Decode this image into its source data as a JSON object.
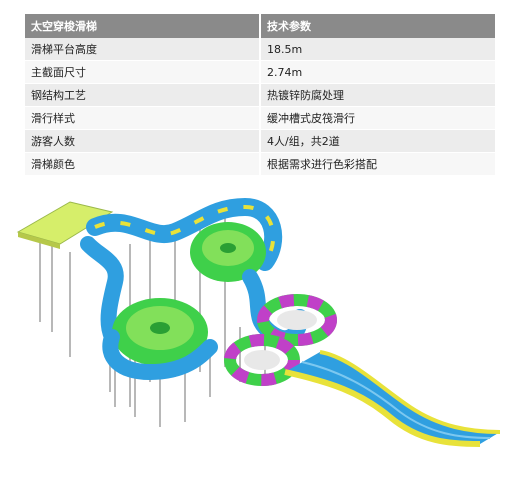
{
  "table": {
    "headers": [
      "太空穿梭滑梯",
      "技术参数"
    ],
    "rows": [
      [
        "滑梯平台高度",
        "18.5m"
      ],
      [
        "主截面尺寸",
        "2.74m"
      ],
      [
        "钢结构工艺",
        "热镀锌防腐处理"
      ],
      [
        "滑行样式",
        "缓冲槽式皮筏滑行"
      ],
      [
        "游客人数",
        "4人/组，共2道"
      ],
      [
        "滑梯颜色",
        "根据需求进行色彩搭配"
      ]
    ]
  },
  "colors": {
    "header_bg": "#8a8a8a",
    "slide_blue": "#2f9fe0",
    "slide_green": "#3fd04a",
    "slide_yellow": "#e8e23a",
    "slide_purple": "#c040c8",
    "platform": "#d6ee6a"
  }
}
